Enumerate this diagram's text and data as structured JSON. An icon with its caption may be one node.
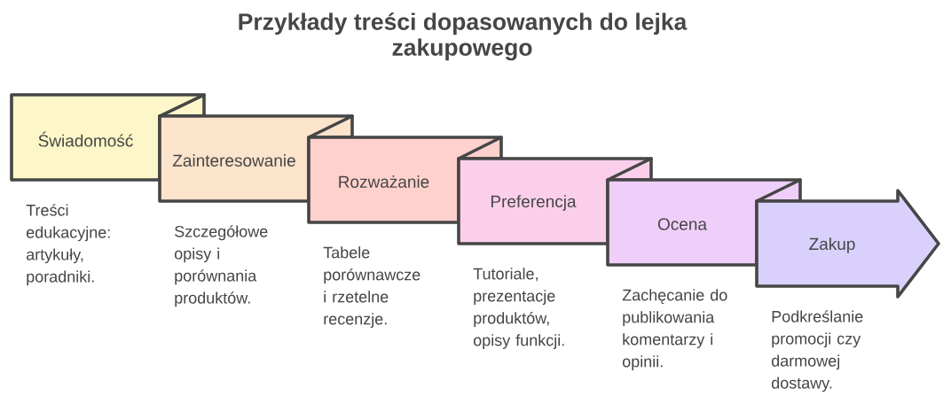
{
  "diagram": {
    "title": "Przykłady treści dopasowanych do lejka zakupowego",
    "nodes": [
      {
        "text": [
          "Świadomość"
        ],
        "beside": [
          "Treści edukacyjne: artykuły, poradniki."
        ]
      },
      {
        "text": [
          "Zainteresowanie"
        ],
        "beside": [
          "Szczegółowe opisy i porównania produktów."
        ]
      },
      {
        "text": [
          "Rozważanie"
        ],
        "beside": [
          "Tabele porównawcze i rzetelne recenzje."
        ]
      },
      {
        "text": [
          "Preferencja"
        ],
        "beside": [
          "Tutoriale, prezentacje produktów, opisy funkcji."
        ]
      },
      {
        "text": [
          "Ocena"
        ],
        "beside": [
          "Zachęcanie do publikowania komentarzy i opinii."
        ]
      },
      {
        "text": [
          "Zakup"
        ],
        "beside": [
          "Podkreślanie promocji czy darmowej dostawy."
        ]
      }
    ]
  }
}
